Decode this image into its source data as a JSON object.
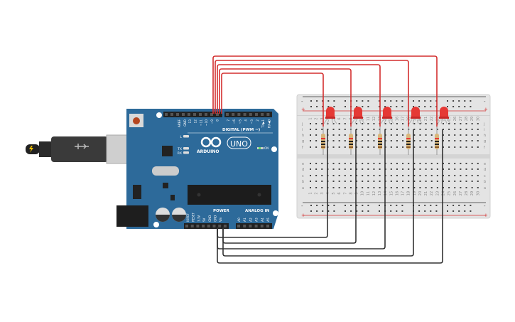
{
  "arduino": {
    "brand": "ARDUINO",
    "model": "UNO",
    "digital_label": "DIGITAL (PWM ~)",
    "power_label": "POWER",
    "analog_label": "ANALOG IN",
    "on_label": "ON",
    "led_labels": [
      "L",
      "TX",
      "RX"
    ],
    "digital_pins": [
      "AREF",
      "GND",
      "13",
      "12",
      "~11",
      "~10",
      "~9",
      "8",
      "7",
      "~6",
      "~5",
      "4",
      "~3",
      "2",
      "TX▶1",
      "RX◀0"
    ],
    "power_pins": [
      "IOREF",
      "RESET",
      "3.3V",
      "5V",
      "GND",
      "GND",
      "Vin"
    ],
    "analog_pins": [
      "A0",
      "A1",
      "A2",
      "A3",
      "A4",
      "A5"
    ]
  },
  "breadboard": {
    "rows_top": [
      "j",
      "i",
      "h",
      "g",
      "f"
    ],
    "rows_bottom": [
      "e",
      "d",
      "c",
      "b",
      "a"
    ],
    "columns": 30,
    "rail_plus": "+",
    "rail_minus": "-"
  },
  "circuit": {
    "led_count": 5,
    "led_color": "#e53935",
    "wire_signal_color": "#d32f2f",
    "wire_ground_color": "#333333",
    "board_color": "#2d6a9a"
  }
}
